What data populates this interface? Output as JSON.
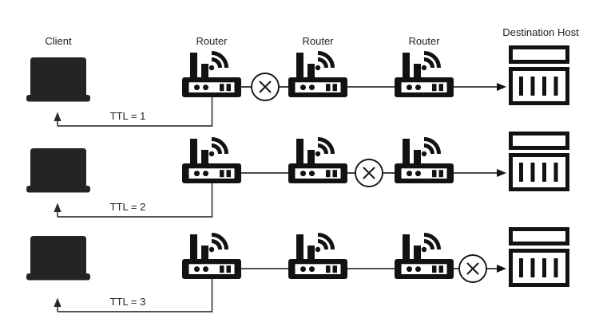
{
  "header": {
    "client_label": "Client",
    "router_labels": [
      "Router",
      "Router",
      "Router"
    ],
    "destination_label": "Destination Host"
  },
  "rows": [
    {
      "ttl_label": "TTL = 1",
      "drop_position": "between router 1 and router 2"
    },
    {
      "ttl_label": "TTL = 2",
      "drop_position": "between router 2 and router 3"
    },
    {
      "ttl_label": "TTL = 3",
      "drop_position": "between router 3 and destination host"
    }
  ],
  "icons": {
    "client": "laptop-icon",
    "router": "wireless-router-icon",
    "destination": "server-icon",
    "drop": "packet-drop-x-icon",
    "return": "up-arrow-icon",
    "forward": "right-arrow-icon"
  },
  "colors": {
    "background": "#ffffff",
    "icon_black": "#121212",
    "laptop_fill": "#242424",
    "forward_line": "#121212",
    "return_line": "#3d3d3d",
    "text": "#1f1f1f"
  }
}
